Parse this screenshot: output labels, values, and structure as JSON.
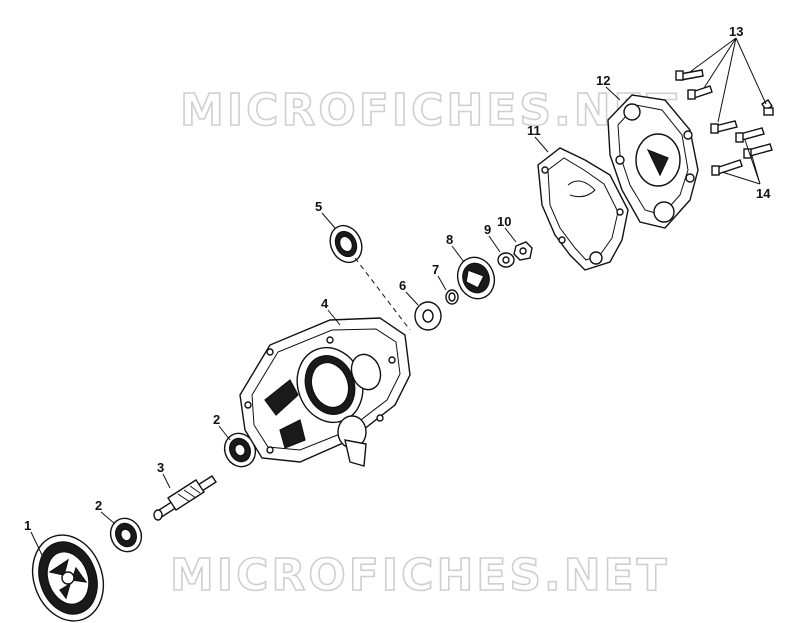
{
  "watermark": {
    "top_text": "MICROFICHES.NET",
    "bottom_text": "MICROFICHES.NET"
  },
  "callouts": {
    "c1": "1",
    "c2a": "2",
    "c2b": "2",
    "c3": "3",
    "c4": "4",
    "c5": "5",
    "c6": "6",
    "c7": "7",
    "c8": "8",
    "c9": "9",
    "c10": "10",
    "c11": "11",
    "c12": "12",
    "c13": "13",
    "c14": "14"
  },
  "colors": {
    "line": "#111111",
    "watermark": "#cfcfcf",
    "background": "#ffffff"
  }
}
